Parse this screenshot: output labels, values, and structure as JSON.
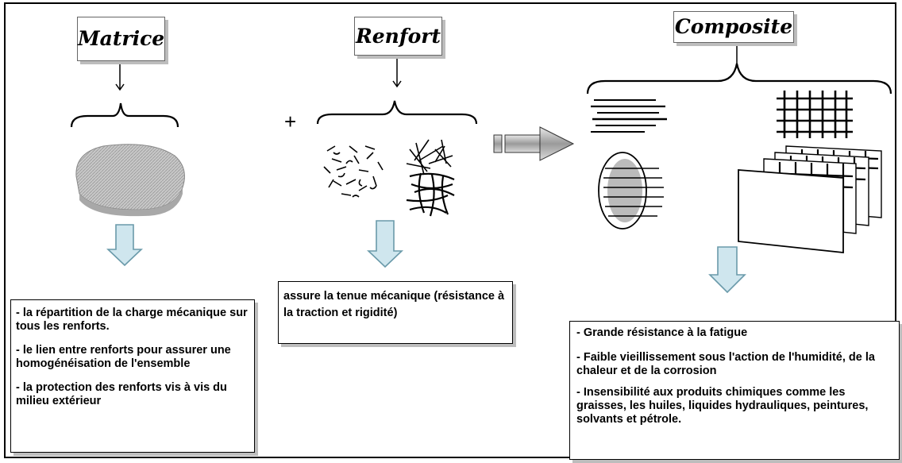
{
  "titles": {
    "matrice": "Matrice",
    "renfort": "Renfort",
    "composite": "Composite"
  },
  "plus_sign": "+",
  "matrice_box": {
    "items": [
      "- la répartition de la charge mécanique sur tous les renforts.",
      "- le lien entre renforts pour assurer une homogénéisation de l'ensemble",
      "- la protection des renforts vis à vis du milieu extérieur"
    ]
  },
  "renfort_box": {
    "text": "assure la tenue mécanique (résistance à la traction et rigidité)"
  },
  "composite_box": {
    "items": [
      "- Grande résistance à la fatigue",
      "- Faible vieillissement sous l'action de l'humidité, de la chaleur et de la corrosion",
      "- Insensibilité aux produits chimiques comme les graisses, les huiles, liquides hydrauliques, peintures, solvants et pétrole."
    ]
  },
  "colors": {
    "arrow_fill": "#cfe6ee",
    "arrow_stroke": "#6a9aaa",
    "matrix_fill": "#c4c4c4"
  }
}
